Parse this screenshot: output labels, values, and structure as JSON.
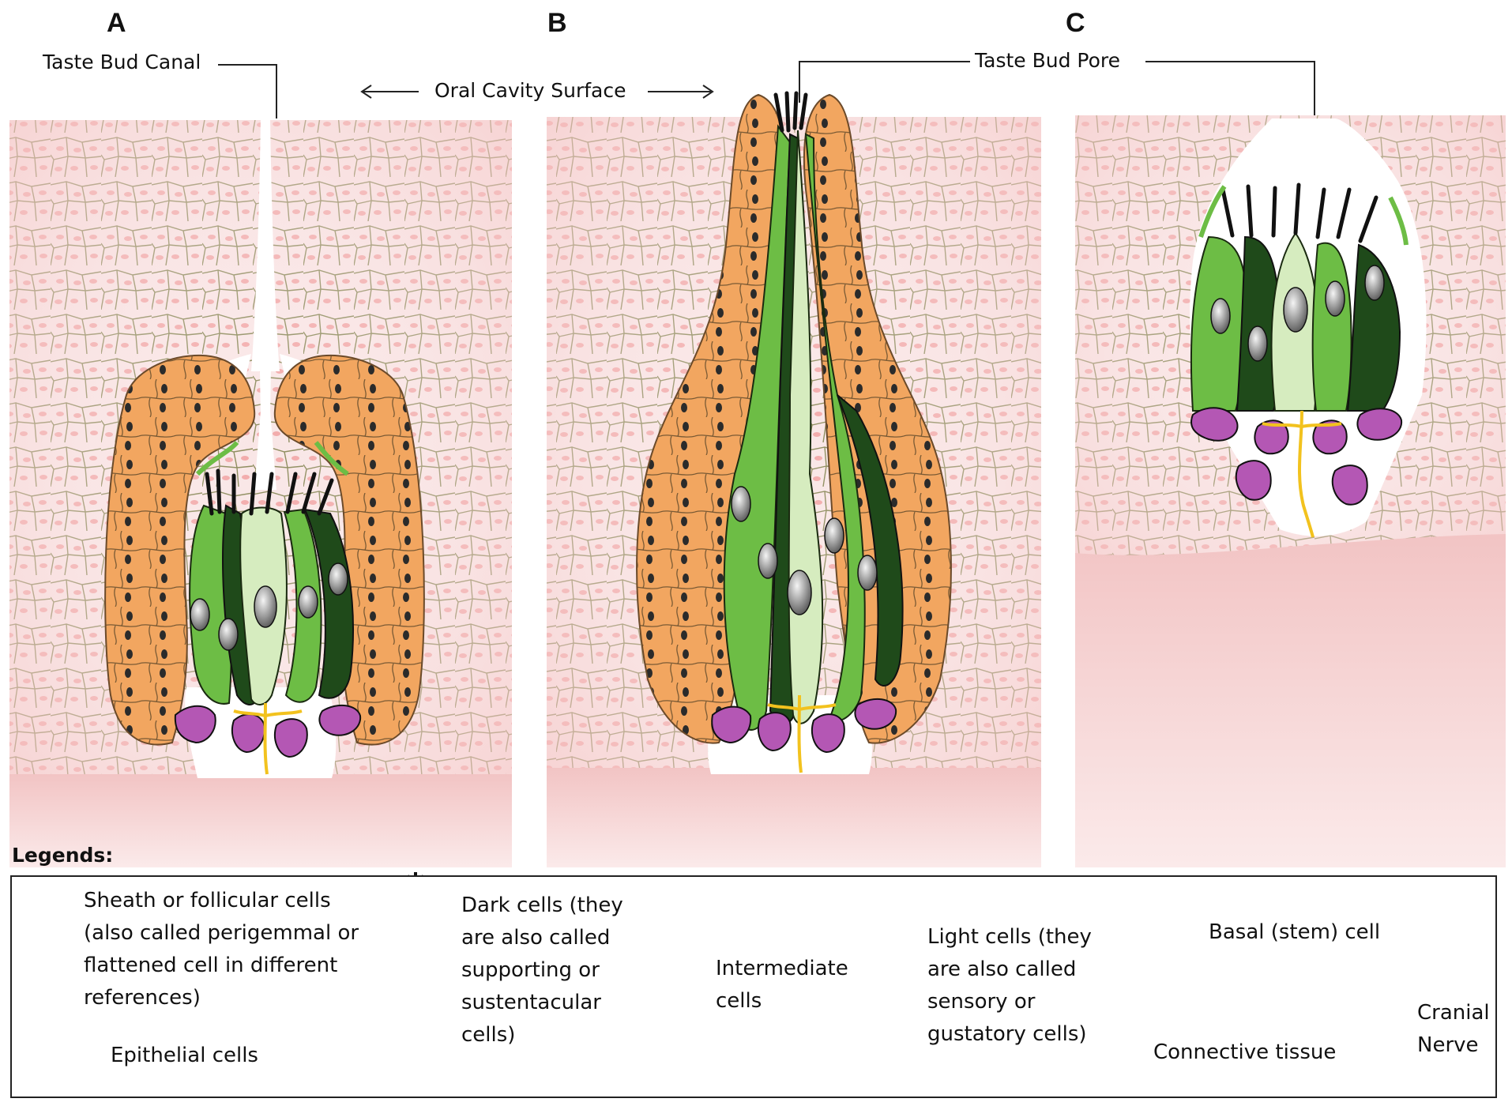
{
  "panels": {
    "a": "A",
    "b": "B",
    "c": "C"
  },
  "callouts": {
    "canal": "Taste Bud Canal",
    "surface": "Oral Cavity Surface",
    "pore": "Taste Bud Pore"
  },
  "legend": {
    "title": "Legends:",
    "sheath": [
      "Sheath  or follicular cells",
      "(also called perigemmal or",
      "flattened cell in different",
      "references)"
    ],
    "epithelial": "Epithelial cells",
    "dark": [
      "Dark cells (they",
      "are also called",
      "supporting  or",
      "sustentacular",
      "cells)"
    ],
    "intermediate": [
      "Intermediate",
      "cells"
    ],
    "light": [
      "Light cells (they",
      "are also called",
      "sensory or",
      "gustatory cells)"
    ],
    "basal": "Basal (stem) cell",
    "connective": "Connective tissue",
    "nerve": [
      "Cranial",
      "Nerve"
    ]
  },
  "colors": {
    "sheath": "#f2a660",
    "dark": "#1f4a1a",
    "intermediate": "#6dbd45",
    "light": "#d6ecbf",
    "basal": "#b457b4",
    "nerve": "#f2c21e",
    "epithelium": "#f7d9d9",
    "connective": "#f2c7c7"
  }
}
